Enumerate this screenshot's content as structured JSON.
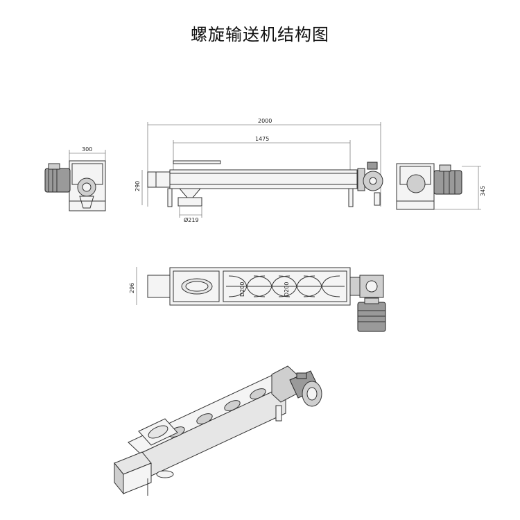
{
  "title": "螺旋输送机结构图",
  "dimensions": {
    "overall_length": "2000",
    "trough_length": "1475",
    "height_side": "290",
    "inlet_diameter": "Ø219",
    "end_width": "300",
    "end_height": "345",
    "top_width": "296",
    "pitch_a": "D200",
    "pitch_b": "D200"
  }
}
